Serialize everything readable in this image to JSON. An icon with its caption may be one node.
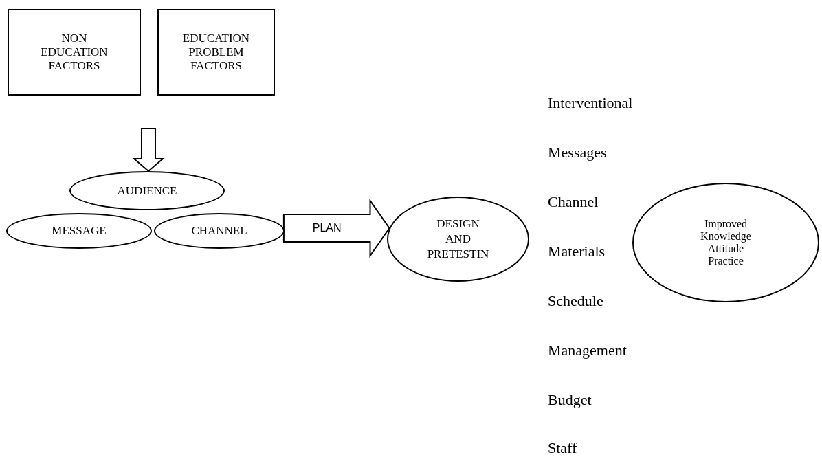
{
  "diagram": {
    "nodes": [
      {
        "text": [
          "NON EDUCATION FACTORS"
        ]
      },
      {
        "text": [
          "EDUCATION PROBLEM FACTORS"
        ]
      },
      {
        "text": [
          "AUDIENCE"
        ]
      },
      {
        "text": [
          "MESSAGE"
        ]
      },
      {
        "text": [
          "CHANNEL"
        ]
      },
      {
        "text": [
          "DESIGN AND PRETESTIN"
        ]
      },
      {
        "text": [
          "Improved Knowledge Attitude Practice"
        ]
      }
    ],
    "edges": [
      {
        "from": null,
        "to": 2,
        "arrow": "to"
      },
      {
        "from": 4,
        "to": 5,
        "arrow": "to",
        "label": "PLAN"
      }
    ],
    "labels": [
      "Interventional",
      "Messages",
      "Channel",
      "Materials",
      "Schedule",
      "Management",
      "Budget",
      "Staff"
    ]
  }
}
